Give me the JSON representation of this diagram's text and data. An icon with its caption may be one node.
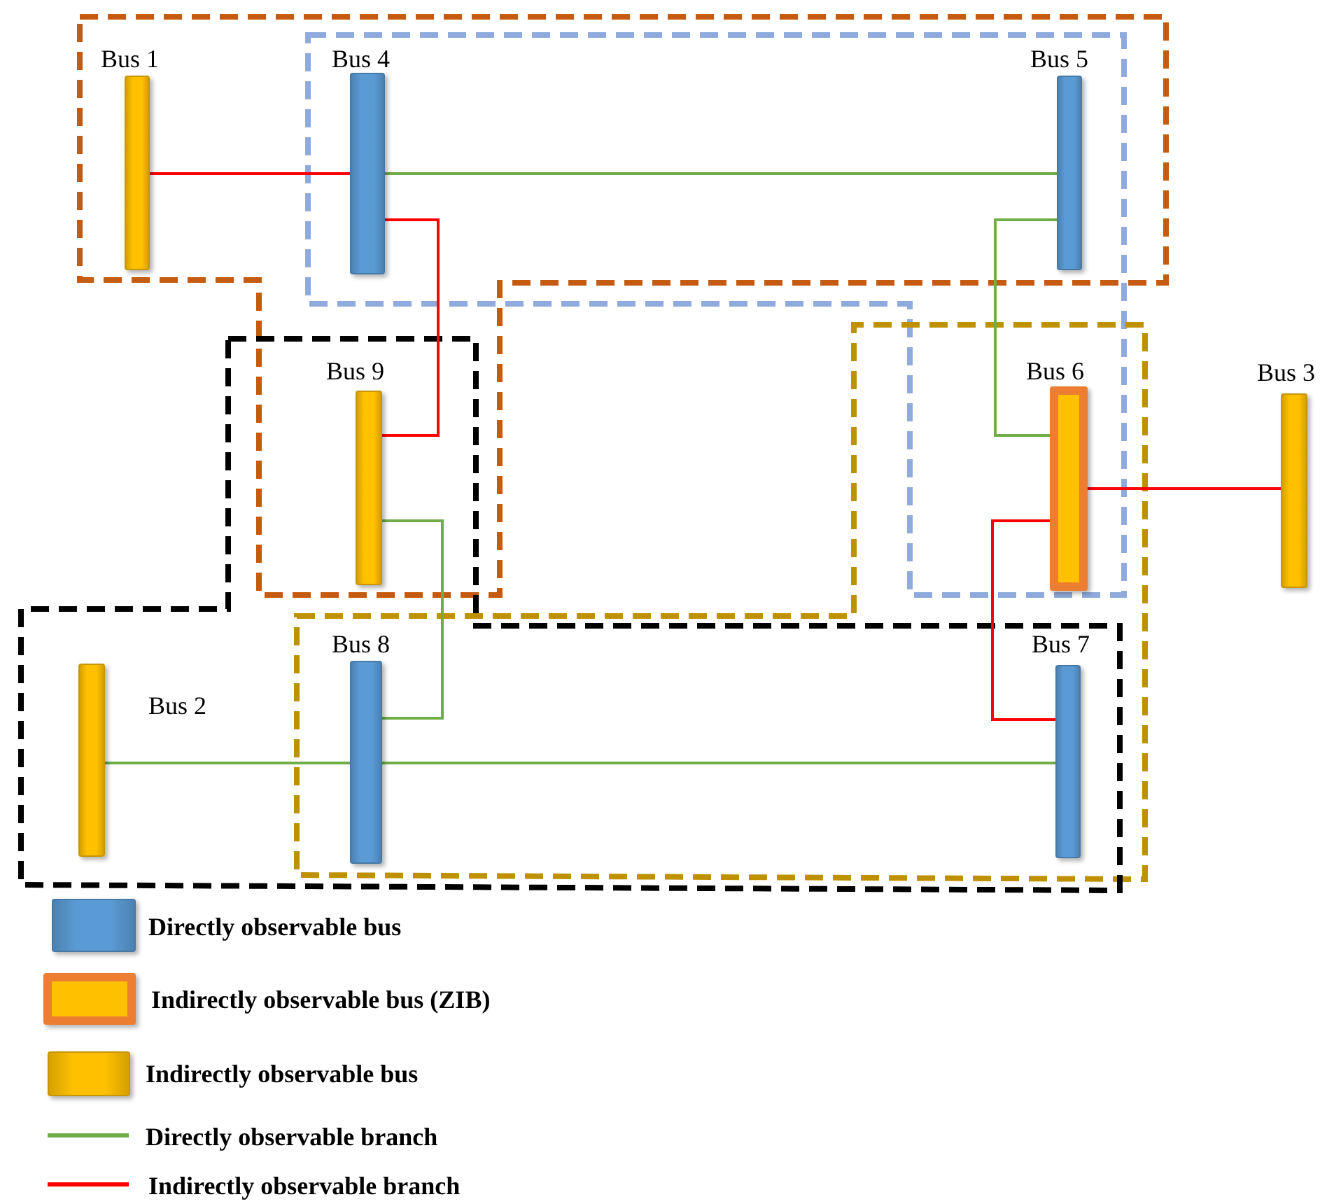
{
  "diagram": {
    "nodes": [
      {
        "text": [
          "Bus 1"
        ]
      },
      {
        "text": [
          "Bus 4"
        ]
      },
      {
        "text": [
          "Bus 5"
        ]
      },
      {
        "text": [
          "Bus 9"
        ]
      },
      {
        "text": [
          "Bus 6"
        ]
      },
      {
        "text": [
          "Bus 3"
        ]
      },
      {
        "text": [
          "Bus 2"
        ]
      },
      {
        "text": [
          "Bus 8"
        ]
      },
      {
        "text": [
          "Bus 7"
        ]
      }
    ],
    "edges": [
      {
        "from": 0,
        "to": 1,
        "arrow": "none",
        "color": "#ff0000"
      },
      {
        "from": 1,
        "to": 2,
        "arrow": "none"
      },
      {
        "from": 1,
        "to": 3,
        "arrow": "none",
        "color": "#ff0000"
      },
      {
        "from": 2,
        "to": 4,
        "arrow": "none"
      },
      {
        "from": 3,
        "to": 7,
        "arrow": "none"
      },
      {
        "from": 4,
        "to": 5,
        "arrow": "none",
        "color": "#ff0000"
      },
      {
        "from": 4,
        "to": 8,
        "arrow": "none",
        "color": "#ff0000"
      },
      {
        "from": 6,
        "to": 7,
        "arrow": "none"
      },
      {
        "from": 7,
        "to": 8,
        "arrow": "none"
      }
    ],
    "legend": [
      {
        "text": "Directly observable bus",
        "color": "#5b9bd5"
      },
      {
        "text": "Indirectly observable bus (ZIB)",
        "color": "#ed7d31"
      },
      {
        "text": "Indirectly observable bus",
        "color": "#ffc000"
      },
      {
        "text": "Directly observable branch"
      },
      {
        "text": "Indirectly observable branch"
      }
    ]
  }
}
